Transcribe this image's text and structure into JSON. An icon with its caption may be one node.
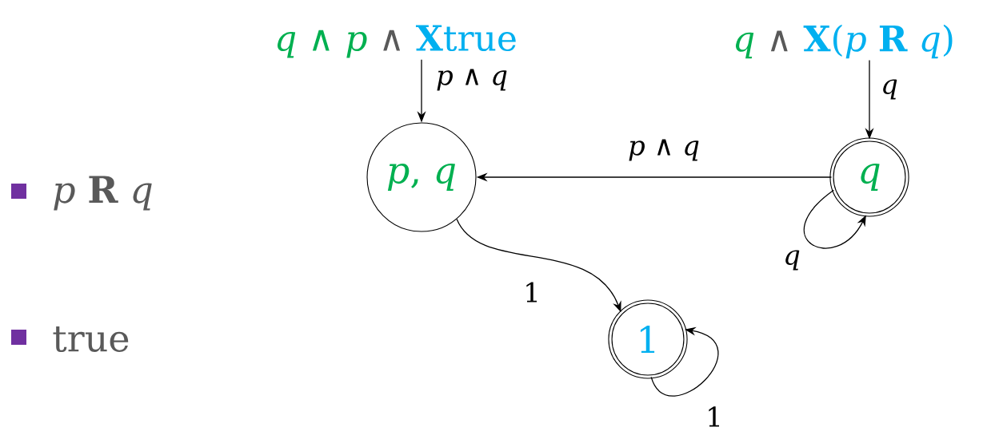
{
  "diagram": {
    "nodes": [
      {
        "text": [
          "*p*, *q*"
        ]
      },
      {
        "text": [
          "*q*"
        ]
      },
      {
        "text": [
          "1"
        ]
      },
      {
        "text": [
          "*q* ∧ *p*",
          "∧",
          "**X**true"
        ]
      },
      {
        "text": [
          "*q*",
          "∧",
          "**X**(*p* **R** *q*)"
        ]
      }
    ],
    "edges": [
      {
        "from": 3,
        "to": 0,
        "arrow": "to",
        "label": "*p* ∧ *q*"
      },
      {
        "from": 4,
        "to": 1,
        "arrow": "to",
        "label": "*q*"
      },
      {
        "from": 1,
        "to": 0,
        "arrow": "to",
        "label": "*p* ∧ *q*"
      },
      {
        "from": 1,
        "to": 1,
        "arrow": "to",
        "label": "*q*"
      },
      {
        "from": 0,
        "to": 2,
        "arrow": "to",
        "label": "1"
      },
      {
        "from": 2,
        "to": 2,
        "arrow": "to",
        "label": "1"
      }
    ],
    "labels": [
      "*p* **R** *q*",
      "true"
    ]
  }
}
